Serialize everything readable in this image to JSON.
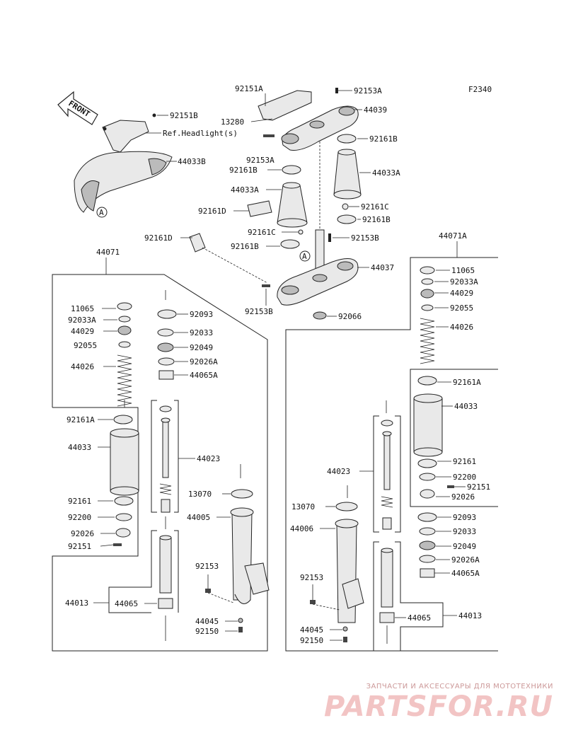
{
  "figure_code": "F2340",
  "front_label": "FRONT",
  "ref_text": "Ref.Headlight(s)",
  "circle_marker": "A",
  "labels": {
    "p92151B_top": "92151B",
    "p44033B": "44033B",
    "p92151A": "92151A",
    "p92153A_top": "92153A",
    "p44039": "44039",
    "p13280": "13280",
    "p92161B_r": "92161B",
    "p92153A_mid": "92153A",
    "p92161B_m": "92161B",
    "p44033A_r": "44033A",
    "p44033A_l": "44033A",
    "p92161C_r": "92161C",
    "p92161B_r2": "92161B",
    "p92161D": "92161D",
    "p92161C_m": "92161C",
    "p92153B_r": "92153B",
    "p44071A": "44071A",
    "p92161D_b": "92161D",
    "p92161B_m2": "92161B",
    "p44037": "44037",
    "p92153B_l": "92153B",
    "p92066": "92066",
    "p44071": "44071",
    "L11065": "11065",
    "L92033A": "92033A",
    "L44029": "44029",
    "L92055": "92055",
    "L44026": "44026",
    "L92161A": "92161A",
    "L44033": "44033",
    "L92161": "92161",
    "L92200": "92200",
    "L92026": "92026",
    "L92151": "92151",
    "L44013": "44013",
    "L44065": "44065",
    "L92093": "92093",
    "L92033": "92033",
    "L92049": "92049",
    "L92026A": "92026A",
    "L44065A": "44065A",
    "L44023": "44023",
    "L13070": "13070",
    "L44005": "44005",
    "L92153": "92153",
    "L44045": "44045",
    "L92150": "92150",
    "R11065": "11065",
    "R92033A": "92033A",
    "R44029": "44029",
    "R92055": "92055",
    "R44026": "44026",
    "R92161A": "92161A",
    "R44033": "44033",
    "R92161": "92161",
    "R92200": "92200",
    "R92151": "92151",
    "R92026": "92026",
    "R92093": "92093",
    "R92033": "92033",
    "R92049": "92049",
    "R92026A": "92026A",
    "R44065A": "44065A",
    "R44013": "44013",
    "R44065": "44065",
    "R44023": "44023",
    "R13070": "13070",
    "R44006": "44006",
    "R92153": "92153",
    "R44045": "44045",
    "R92150": "92150"
  },
  "watermark": {
    "tagline": "ЗАПЧАСТИ И АКСЕССУАРЫ ДЛЯ МОТОТЕХНИКИ",
    "brand": "PARTSFOR.RU"
  }
}
